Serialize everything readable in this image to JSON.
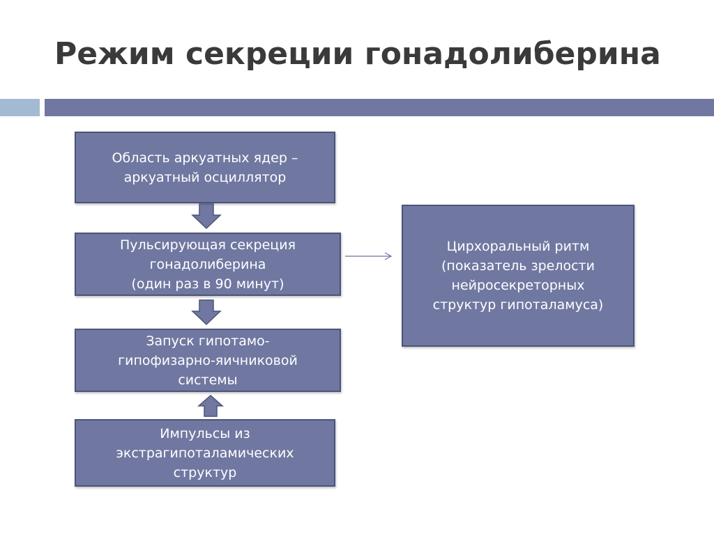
{
  "title": "Режим секреции гонадолиберина",
  "boxes": {
    "arcuate": [
      "Область аркуатных ядер –",
      "аркуатный осциллятор"
    ],
    "pulsatile": [
      "Пульсирующая секреция",
      "гонадолиберина",
      "(один раз в 90 минут)"
    ],
    "launch": [
      "Запуск гипотамо-",
      "гипофизарно-яичниковой",
      "системы"
    ],
    "impulses": [
      "Импульсы из",
      "экстрагипоталамических",
      "структур"
    ],
    "circhoral": [
      "Цирхоральный ритм",
      "(показатель зрелости",
      "нейросекреторных",
      "структур гипоталамуса)"
    ]
  },
  "colors": {
    "box": "#7078a1",
    "border": "#4b5478",
    "accent_light": "#a3bad2"
  }
}
